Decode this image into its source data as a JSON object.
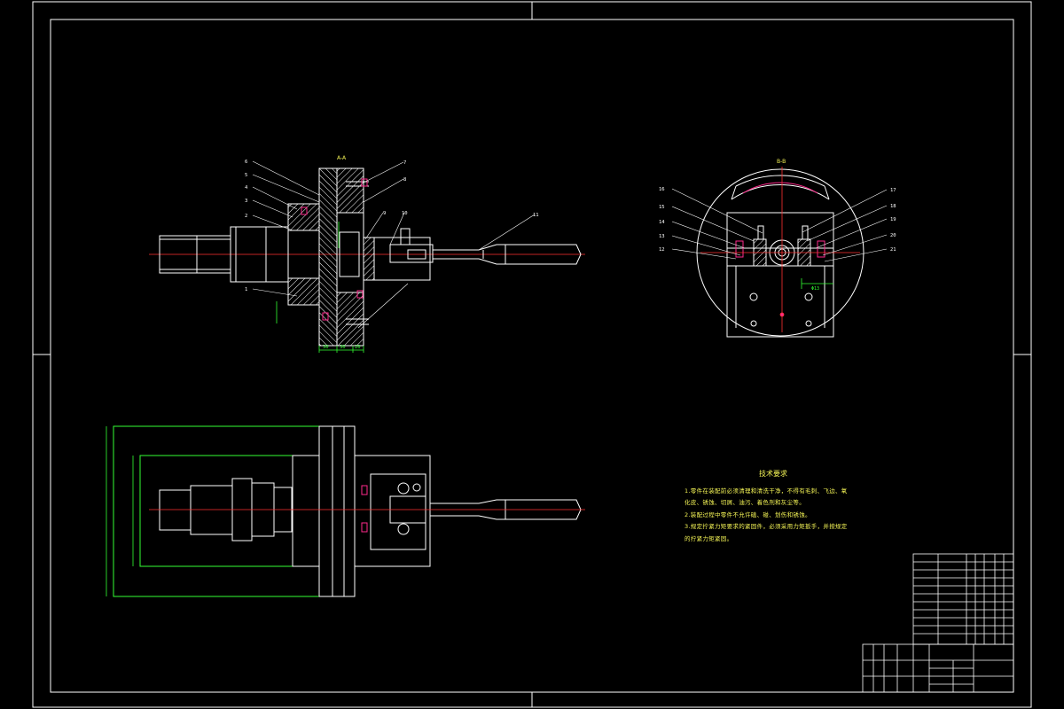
{
  "views": {
    "section_a": {
      "label": "A-A"
    },
    "section_b": {
      "label": "B-B"
    }
  },
  "callouts_left": [
    "6",
    "5",
    "4",
    "3",
    "2",
    "1"
  ],
  "callouts_right_top": [
    "7",
    "8"
  ],
  "callouts_mid": [
    "9",
    "10",
    "11"
  ],
  "callouts_b_left": [
    "16",
    "15",
    "14",
    "13",
    "12"
  ],
  "callouts_b_right": [
    "17",
    "18",
    "19",
    "20",
    "21"
  ],
  "dimensions": {
    "bottom_a": [
      "30",
      "30",
      "20"
    ],
    "b_dim": "Φ13"
  },
  "technical_requirements": {
    "title": "技术要求",
    "lines": [
      "1.零件在装配前必须清理和清洗干净，不得有毛刺、飞边、氧",
      "化皮、锈蚀、切屑、油污、着色剂和灰尘等。",
      "2.装配过程中零件不允许磕、碰、划伤和锈蚀。",
      "3.规定拧紧力矩要求的紧固件，必须采用力矩扳手，并按规定",
      "的拧紧力矩紧固。"
    ]
  },
  "colors": {
    "background": "#000000",
    "outline": "#ffffff",
    "centerline": "#ff3030",
    "dimension": "#33ff33",
    "text_yellow": "#f5f556",
    "hatch": "#ffffff",
    "highlight": "#ff2a8c"
  }
}
